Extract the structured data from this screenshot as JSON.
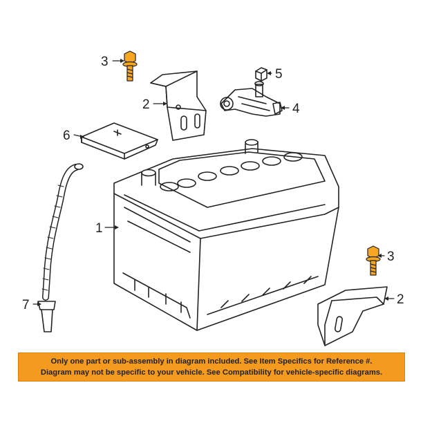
{
  "diagram": {
    "callouts": {
      "battery": "1",
      "bracket_top": "2",
      "bracket_bottom": "2",
      "bolt_top": "3",
      "bolt_bottom": "3",
      "terminal_clamp": "4",
      "nut": "5",
      "cover": "6",
      "vent_tube": "7"
    },
    "colors": {
      "bolt": "#f5a623",
      "line": "#222222",
      "notice_bg": "#f39a1f"
    }
  },
  "notice": {
    "line1": "Only one part or sub-assembly in diagram included. See Item Specifics for Reference #.",
    "line2": "Diagram may not be specific to your vehicle. See Compatibility for vehicle-specific diagrams."
  }
}
